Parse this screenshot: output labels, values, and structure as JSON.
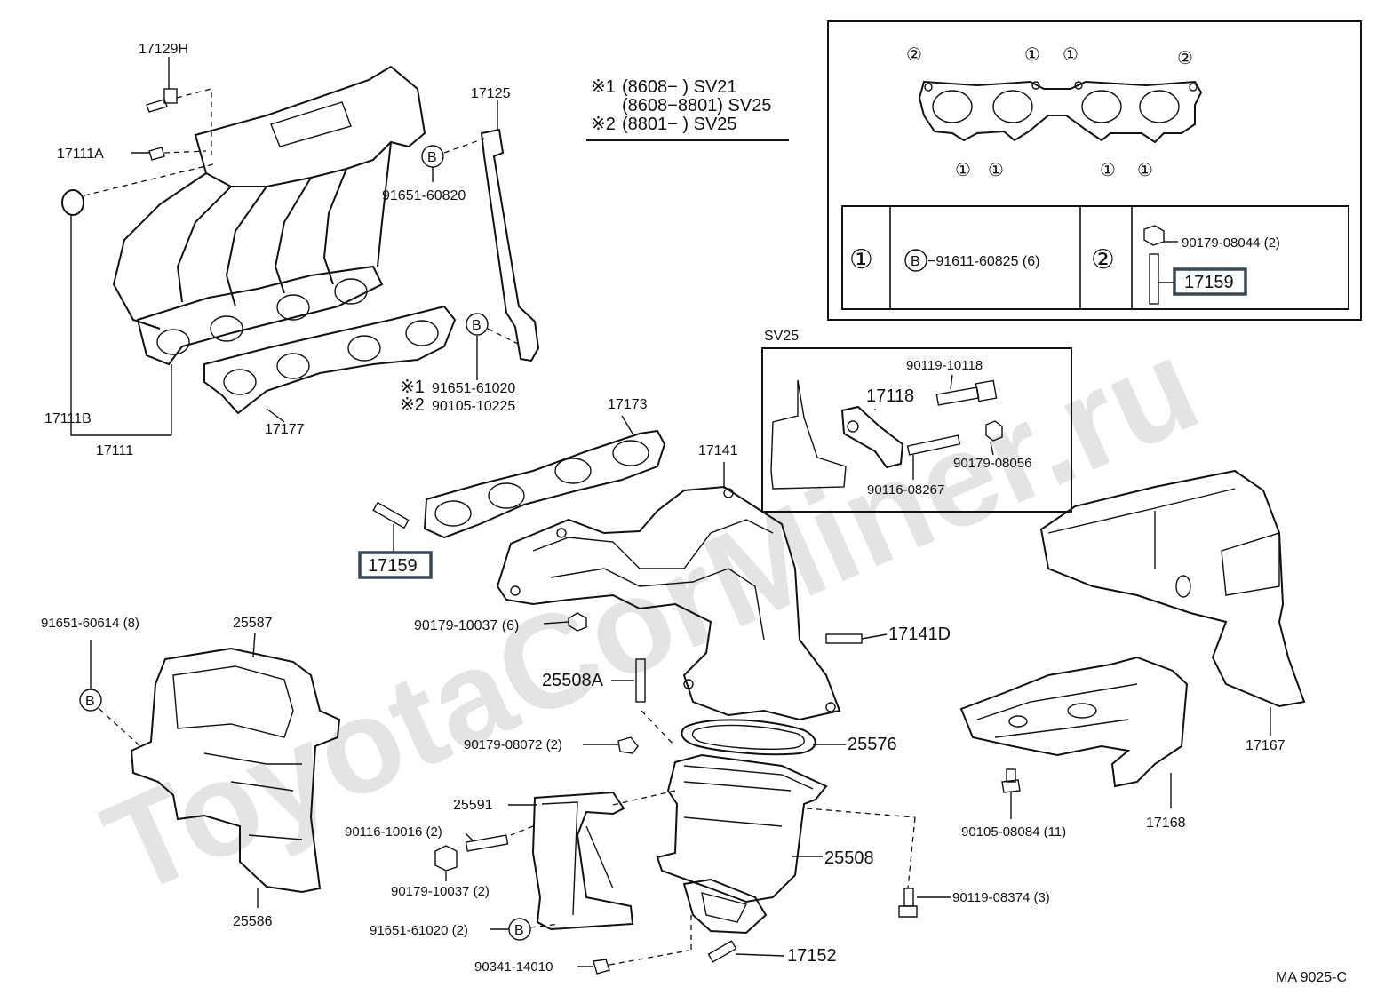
{
  "watermark": "ToyotaCorMiner.ru",
  "legend": {
    "line1_mark": "※1",
    "line1_range": "(8608−        ) SV21",
    "line2_range": "(8608−8801) SV25",
    "line3_mark": "※2",
    "line3_range": "(8801−        ) SV25"
  },
  "gasket_inset": {
    "circles_top": [
      "②",
      "①",
      "①",
      "②"
    ],
    "circles_bottom": [
      "①",
      "①",
      "①",
      "①"
    ],
    "table": {
      "row1_key": "①",
      "row1_bolt_symbol": "B",
      "row1_part": "−91611-60825 (6)",
      "row2_key": "②",
      "row2_part_nut": "90179-08044 (2)",
      "row2_part_stud": "17159"
    }
  },
  "sv25_inset": {
    "title": "SV25",
    "parts": [
      "90119-10118",
      "17118",
      "90179-08056",
      "90116-08267"
    ]
  },
  "labels": {
    "p17129H": "17129H",
    "p17111A": "17111A",
    "p17111B": "17111B",
    "p17111": "17111",
    "p17177": "17177",
    "p17125": "17125",
    "p91651_60820": "91651-60820",
    "bolt_b": "B",
    "p91651_61020_a": "91651-61020",
    "p90105_10225": "90105-10225",
    "mark1": "※1",
    "mark2": "※2",
    "p17173": "17173",
    "p17141": "17141",
    "p17159": "17159",
    "p90179_10037_6": "90179-10037 (6)",
    "p17141D": "17141D",
    "p91651_60614": "91651-60614 (8)",
    "p25587": "25587",
    "p25508A": "25508A",
    "p90179_08072": "90179-08072 (2)",
    "p25576": "25576",
    "p25591": "25591",
    "p90116_10016": "90116-10016 (2)",
    "p90179_10037_2": "90179-10037 (2)",
    "p91651_61020_2": "91651-61020 (2)",
    "p90341_14010": "90341-14010",
    "p17152": "17152",
    "p25508": "25508",
    "p90119_08374": "90119-08374 (3)",
    "p25586": "25586",
    "p17167": "17167",
    "p17168": "17168",
    "p90105_08084": "90105-08084 (11)"
  },
  "figure_code": "MA  9025-C"
}
